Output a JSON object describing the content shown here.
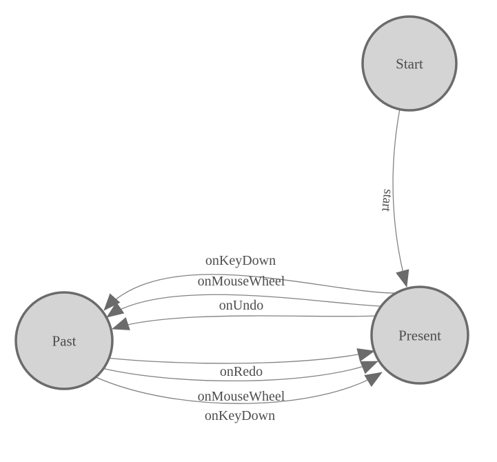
{
  "diagram": {
    "type": "finite-state-machine",
    "colors": {
      "background": "#ffffff",
      "node_fill": "#d4d4d4",
      "node_stroke": "#6b6b6b",
      "edge_stroke": "#828282",
      "arrow_fill": "#6b6b6b",
      "text_color": "#4d4d4d"
    },
    "states": [
      {
        "id": "start",
        "label": "Start"
      },
      {
        "id": "present",
        "label": "Present"
      },
      {
        "id": "past",
        "label": "Past"
      }
    ],
    "transitions": [
      {
        "from": "start",
        "to": "present",
        "label": "start"
      },
      {
        "from": "present",
        "to": "past",
        "label": "onKeyDown"
      },
      {
        "from": "present",
        "to": "past",
        "label": "onMouseWheel"
      },
      {
        "from": "present",
        "to": "past",
        "label": "onUndo"
      },
      {
        "from": "past",
        "to": "present",
        "label": "onRedo"
      },
      {
        "from": "past",
        "to": "present",
        "label": "onMouseWheel"
      },
      {
        "from": "past",
        "to": "present",
        "label": "onKeyDown"
      }
    ]
  }
}
